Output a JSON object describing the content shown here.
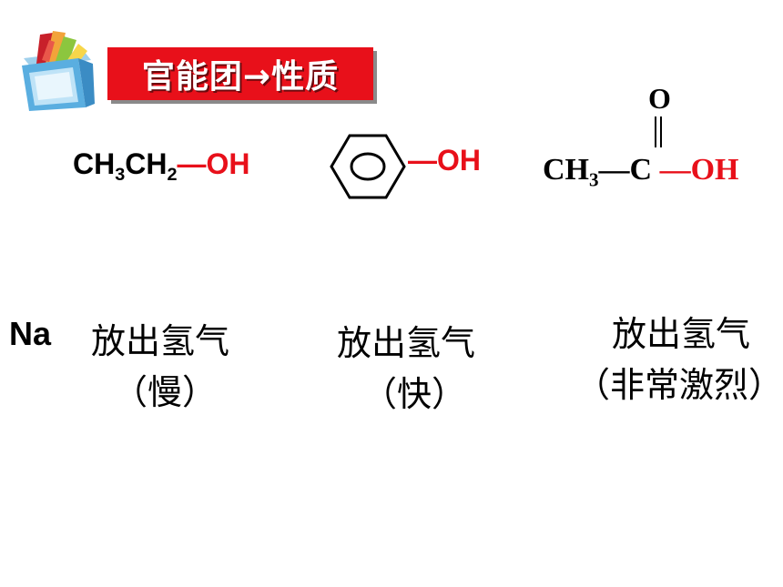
{
  "slide": {
    "title": "官能团→性质"
  },
  "ethanol": {
    "part1": "CH",
    "sub1": "3",
    "part2": "CH",
    "sub2": "2",
    "group": "—OH"
  },
  "phenol": {
    "group": "—OH"
  },
  "acetic_acid": {
    "carbonyl_o": "O",
    "ch": "CH",
    "sub": "3",
    "bond_c": "—C",
    "group": "—OH"
  },
  "reactions": {
    "reagent": "Na",
    "ethanol_result": "放出氢气",
    "ethanol_rate": "（慢）",
    "phenol_result": "放出氢气",
    "phenol_rate": "（快）",
    "acid_result": "放出氢气",
    "acid_rate": "（非常激烈）"
  },
  "colors": {
    "accent_red": "#e8101a"
  }
}
